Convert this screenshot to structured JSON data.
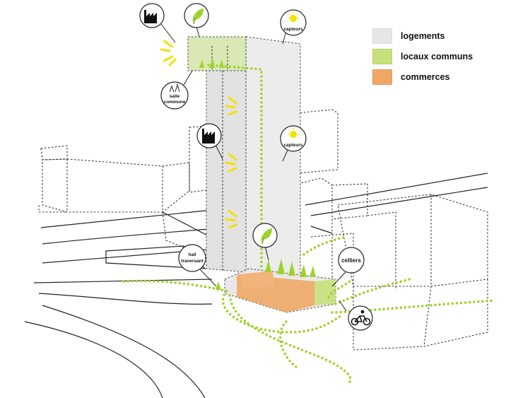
{
  "legend": {
    "items": [
      {
        "label": "logements",
        "color": "#e6e6e6"
      },
      {
        "label": "locaux communs",
        "color": "#c7e07a"
      },
      {
        "label": "commerces",
        "color": "#f0a765"
      }
    ]
  },
  "callouts": {
    "capteurs_top": "capteurs",
    "capteurs_mid": "capteurs",
    "salle_line1": "salle",
    "salle_line2": "commune",
    "hall_line1": "hall",
    "hall_line2": "traversant",
    "celliers": "celliers"
  },
  "icons": [
    "factory-icon",
    "leaf-icon",
    "sun-icon",
    "bicycle-icon"
  ],
  "colors": {
    "path_green": "#9fd22d",
    "sun_yellow": "#f2e200",
    "line": "#222222"
  }
}
